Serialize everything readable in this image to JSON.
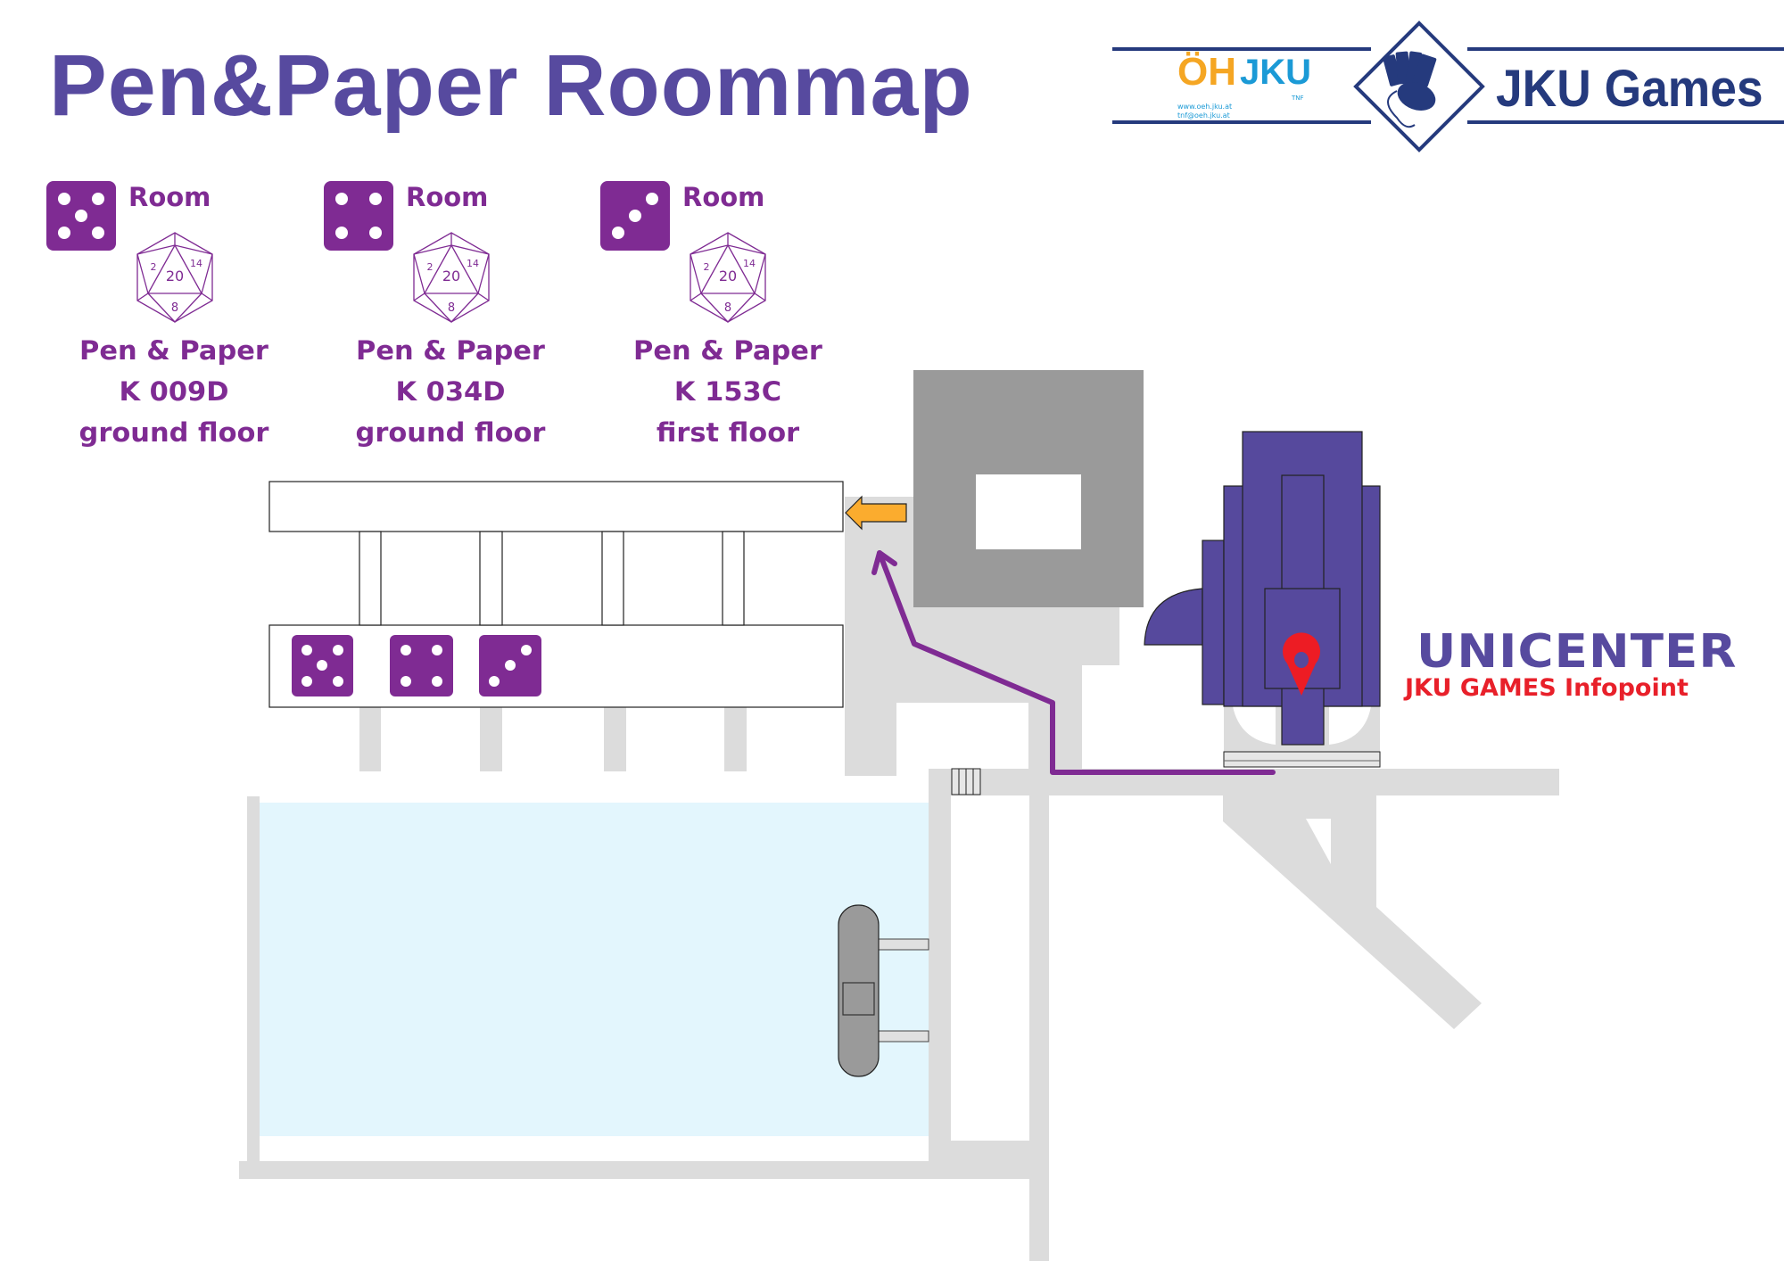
{
  "header": {
    "title": "Pen&Paper Roommap",
    "oh_logo": {
      "oh": "ÖH",
      "jku": "JKU",
      "sub": "TNF",
      "web": "www.oeh.jku.at",
      "mail": "tnf@oeh.jku.at"
    },
    "brand": "JKU Games"
  },
  "rooms": [
    {
      "label": "Room",
      "die": "die-five-icon",
      "line1": "Pen & Paper",
      "room": "K 009D",
      "floor": "ground floor"
    },
    {
      "label": "Room",
      "die": "die-four-icon",
      "line1": "Pen & Paper",
      "room": "K 034D",
      "floor": "ground floor"
    },
    {
      "label": "Room",
      "die": "die-three-icon",
      "line1": "Pen & Paper",
      "room": "K 153C",
      "floor": "first floor"
    }
  ],
  "d20": {
    "top": "20",
    "bottom": "8",
    "left": "2",
    "right": "14"
  },
  "map": {
    "building_label": "UNICENTER",
    "infopoint_label": "JKU GAMES Infopoint",
    "colors": {
      "unicenter": "#56499d",
      "route": "#7f2b93",
      "arrow": "#fbac2e",
      "pin": "#ed1c24",
      "road": "#dcdcdc",
      "building": "#9a9a9a",
      "lake": "#e3f6fd"
    }
  }
}
